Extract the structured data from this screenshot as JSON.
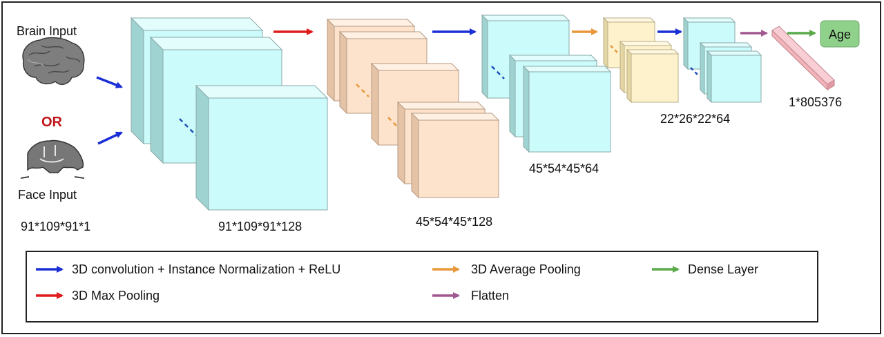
{
  "inputs": {
    "brain_label": "Brain Input",
    "or_label": "OR",
    "face_label": "Face Input",
    "input_dims": "91*109*91*1"
  },
  "stages": {
    "conv1_dims": "91*109*91*128",
    "pool1_dims": "45*54*45*128",
    "conv2_dims": "45*54*45*64",
    "pool2_dims": "22*26*22*64",
    "flatten_dims": "1*805376"
  },
  "output": {
    "label": "Age"
  },
  "legend": {
    "conv": "3D convolution + Instance Normalization + ReLU",
    "maxpool": "3D Max Pooling",
    "avgpool": "3D Average Pooling",
    "flatten": "Flatten",
    "dense": "Dense Layer"
  },
  "colors": {
    "conv_arrow": "#1a2fd6",
    "maxpool_arrow": "#e01b1b",
    "avgpool_arrow": "#e8973a",
    "flatten_arrow": "#a0588f",
    "dense_arrow": "#5aaa4a",
    "or_text": "#c0141a",
    "cyan_block": "#ccfbfb",
    "peach_block": "#fde3cc",
    "yellow_block": "#fdf2cc",
    "pink_bar": "#f2b3bb",
    "age_box": "#8fd08a"
  }
}
